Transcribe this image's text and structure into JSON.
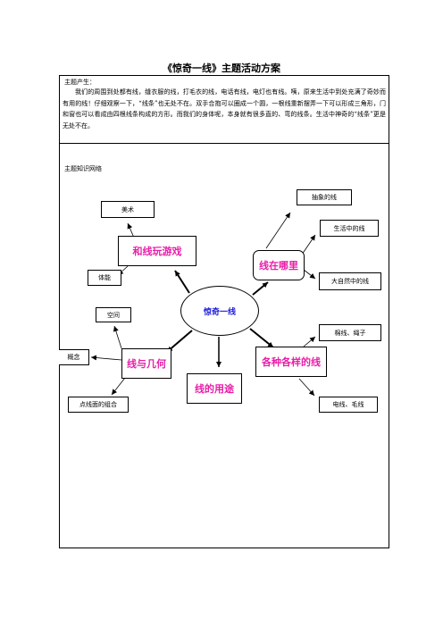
{
  "title": "《惊奇一线》主题活动方案",
  "origin": {
    "label": "主题产生：",
    "text": "我们的周围到处都有线，缝衣服的线，打毛衣的线，电话有线，电灯也有线。咦，原来生活中到处充满了奇妙而有用的线！仔细观察一下，“线条”也无处不在。双手合抱可以圈成一个圆，一根线重新摆弄一下可以形成三角形，门和窗也可以看成由四根线条构成的方形。而我们的身体呢，本身就有很多直的、弯的线条。生活中神奇的“线条”更是无处不在。"
  },
  "network": {
    "label": "主题知识网络",
    "center": "惊奇一线",
    "hubs": {
      "play": "和线玩游戏",
      "where": "线在哪里",
      "geometry": "线与几何",
      "use": "线的用途",
      "kinds": "各种各样的线"
    },
    "leaves": {
      "art": "美术",
      "sports": "体能",
      "abstract": "抽象的线",
      "life": "生活中的线",
      "nature": "大自然中的线",
      "space": "空间",
      "concept": "概念",
      "combo": "点线面的组合",
      "rope": "棉线、绳子",
      "wire": "电线、毛线"
    }
  }
}
